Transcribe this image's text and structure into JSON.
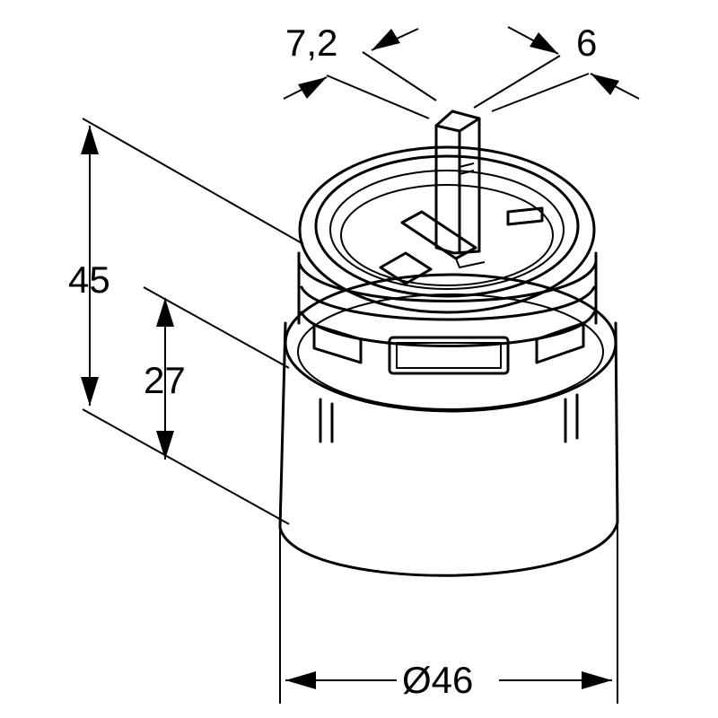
{
  "dimensions": {
    "overall_height": "45",
    "body_height": "27",
    "diameter": "Ø46",
    "spindle_length": "7,2",
    "spindle_width": "6"
  },
  "colors": {
    "line": "#000000",
    "background": "#ffffff"
  }
}
